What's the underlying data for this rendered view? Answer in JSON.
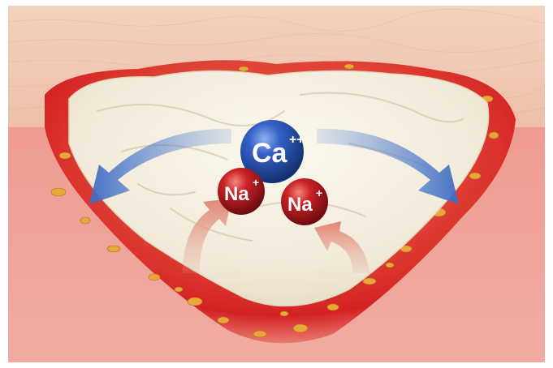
{
  "illustration": {
    "ions": [
      {
        "symbol": "Ca",
        "charge": "++",
        "color": "#2a55b8"
      },
      {
        "symbol": "Na",
        "charge": "+",
        "color": "#c4181c"
      },
      {
        "symbol": "Na",
        "charge": "+",
        "color": "#c4181c"
      }
    ],
    "arrows": {
      "calcium_outflow_color": "#5b86cf",
      "sodium_inflow_color": "#e8a090"
    },
    "colors": {
      "skin": "#f1c6b0",
      "wound_bed": "#ec9c92",
      "inflamed_rim": "#d8282a",
      "dressing": "#f4efe2",
      "exudate": "#e8a838"
    }
  }
}
